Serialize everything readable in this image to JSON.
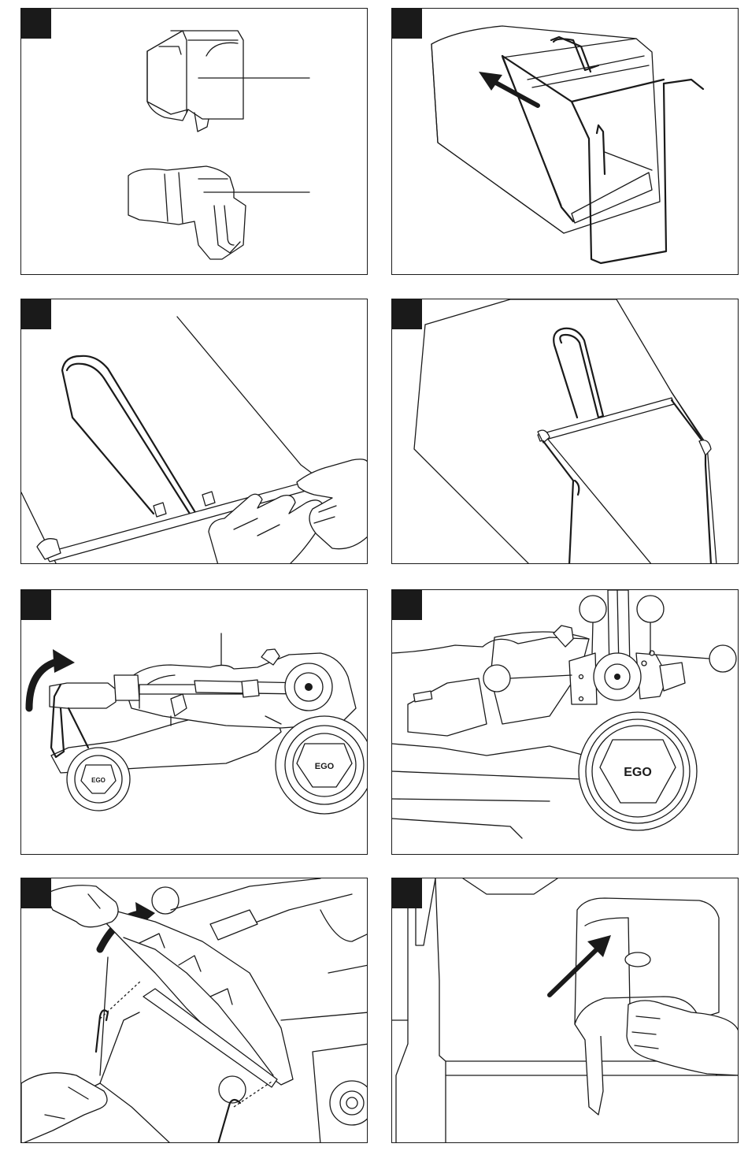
{
  "panels": [
    {
      "id": "p1",
      "step": "",
      "callouts": []
    },
    {
      "id": "p2",
      "step": "",
      "callouts": []
    },
    {
      "id": "p3",
      "step": "",
      "callouts": []
    },
    {
      "id": "p4",
      "step": "",
      "callouts": []
    },
    {
      "id": "p5",
      "step": "",
      "callouts": []
    },
    {
      "id": "p6",
      "step": "",
      "callouts": []
    },
    {
      "id": "p7",
      "step": "",
      "callouts": []
    },
    {
      "id": "p8",
      "step": "",
      "callouts": []
    }
  ],
  "wheel_logo": "EGO",
  "colors": {
    "ink": "#1a1a1a",
    "paper": "#ffffff"
  },
  "icons": [
    "arrow-icon",
    "curved-arrow-icon",
    "hand-icon",
    "wheel-icon"
  ]
}
